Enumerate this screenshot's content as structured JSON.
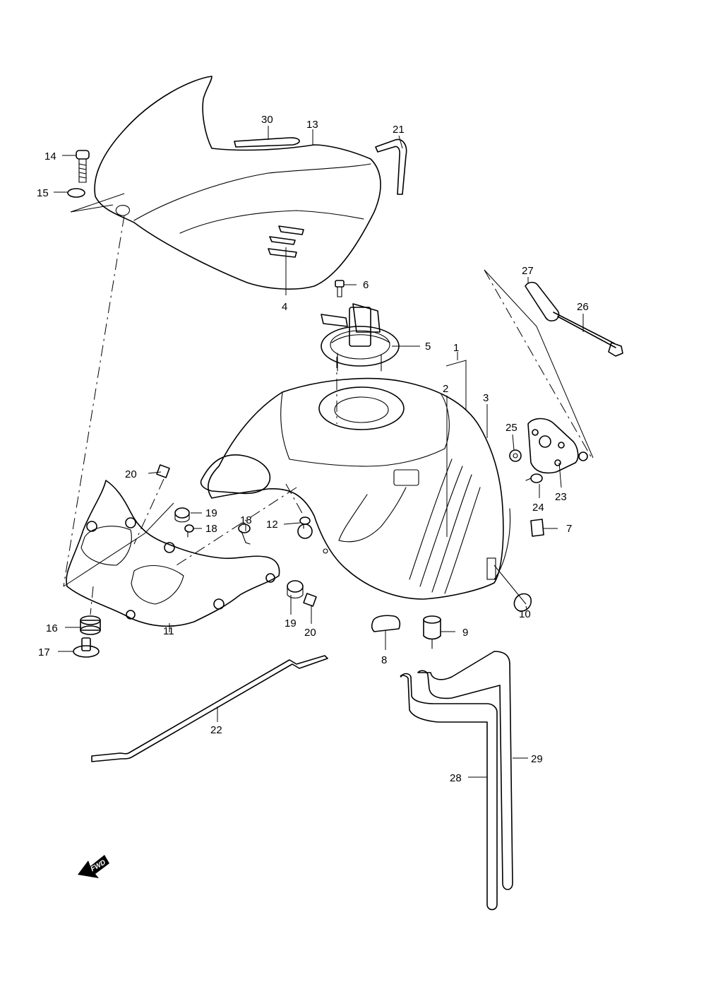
{
  "callouts": {
    "c1": "1",
    "c2": "2",
    "c3": "3",
    "c4": "4",
    "c5": "5",
    "c6": "6",
    "c7": "7",
    "c8": "8",
    "c9": "9",
    "c10": "10",
    "c11": "11",
    "c12": "12",
    "c13": "13",
    "c14": "14",
    "c15": "15",
    "c16": "16",
    "c17": "17",
    "c18a": "18",
    "c18b": "18",
    "c19a": "19",
    "c19b": "19",
    "c20a": "20",
    "c20b": "20",
    "c21": "21",
    "c22": "22",
    "c23": "23",
    "c24": "24",
    "c25": "25",
    "c26": "26",
    "c27": "27",
    "c28": "28",
    "c29": "29",
    "c30": "30"
  },
  "fwd_arrow": {
    "text": "FWD",
    "icon": "forward-direction-arrow-icon"
  }
}
